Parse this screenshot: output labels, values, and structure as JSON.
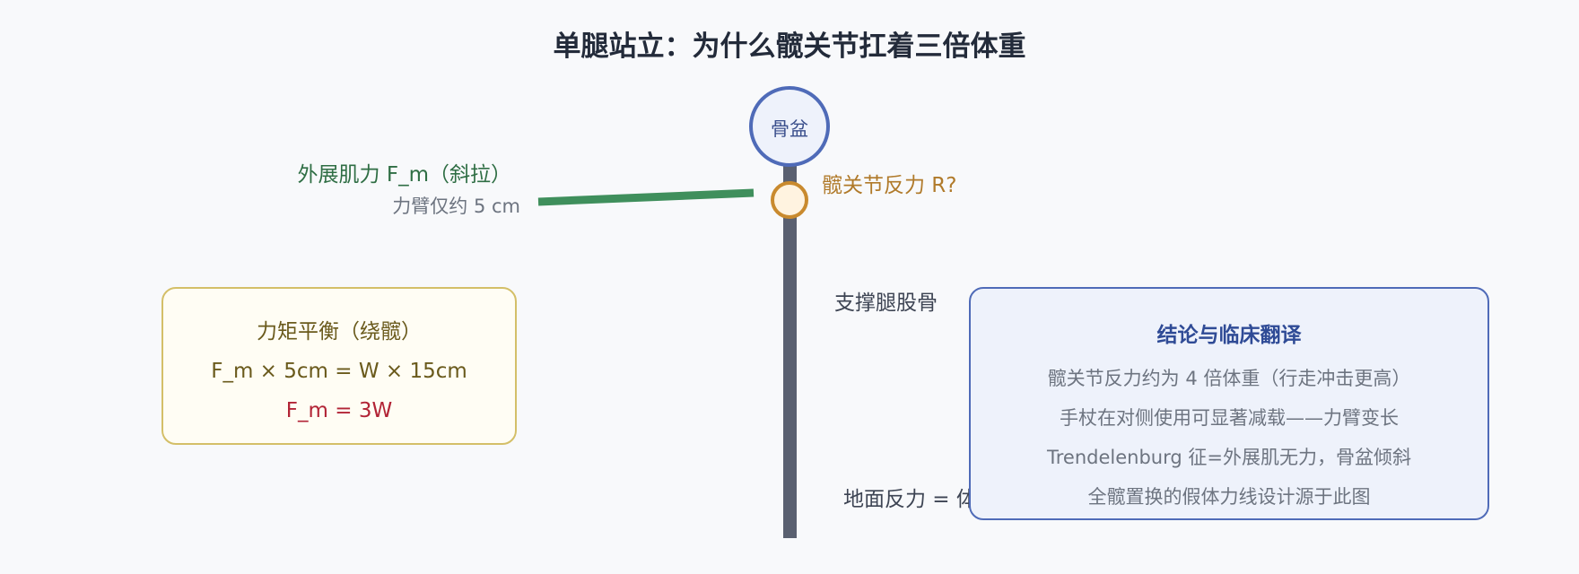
{
  "title": "单腿站立：为什么髋关节扛着三倍体重",
  "pelvis": {
    "label": "骨盆"
  },
  "muscle": {
    "label": "外展肌力 F_m（斜拉）",
    "arm_label": "力臂仅约 5 cm",
    "color": "#3f8f5c"
  },
  "hip_joint": {
    "label": "髋关节反力 R?",
    "color": "#c98a2e"
  },
  "femur": {
    "label": "支撑腿股骨",
    "color": "#5a6070"
  },
  "ground": {
    "label": "地面反力 = 体重 W"
  },
  "moment_box": {
    "title": "力矩平衡（绕髋）",
    "equation": "F_m × 5cm = W × 15cm",
    "result": "F_m = 3W"
  },
  "conclusion": {
    "heading": "结论与临床翻译",
    "items": [
      "髋关节反力约为 4 倍体重（行走冲击更高）",
      "手杖在对侧使用可显著减载——力臂变长",
      "Trendelenburg 征=外展肌无力，骨盆倾斜",
      "全髋置换的假体力线设计源于此图"
    ]
  },
  "colors": {
    "pelvis_stroke": "#4f6bb8",
    "pelvis_fill": "#eef2fb",
    "box_border_warm": "#d4bf68",
    "box_border_cool": "#4f6bb8",
    "result_red": "#b22436"
  }
}
